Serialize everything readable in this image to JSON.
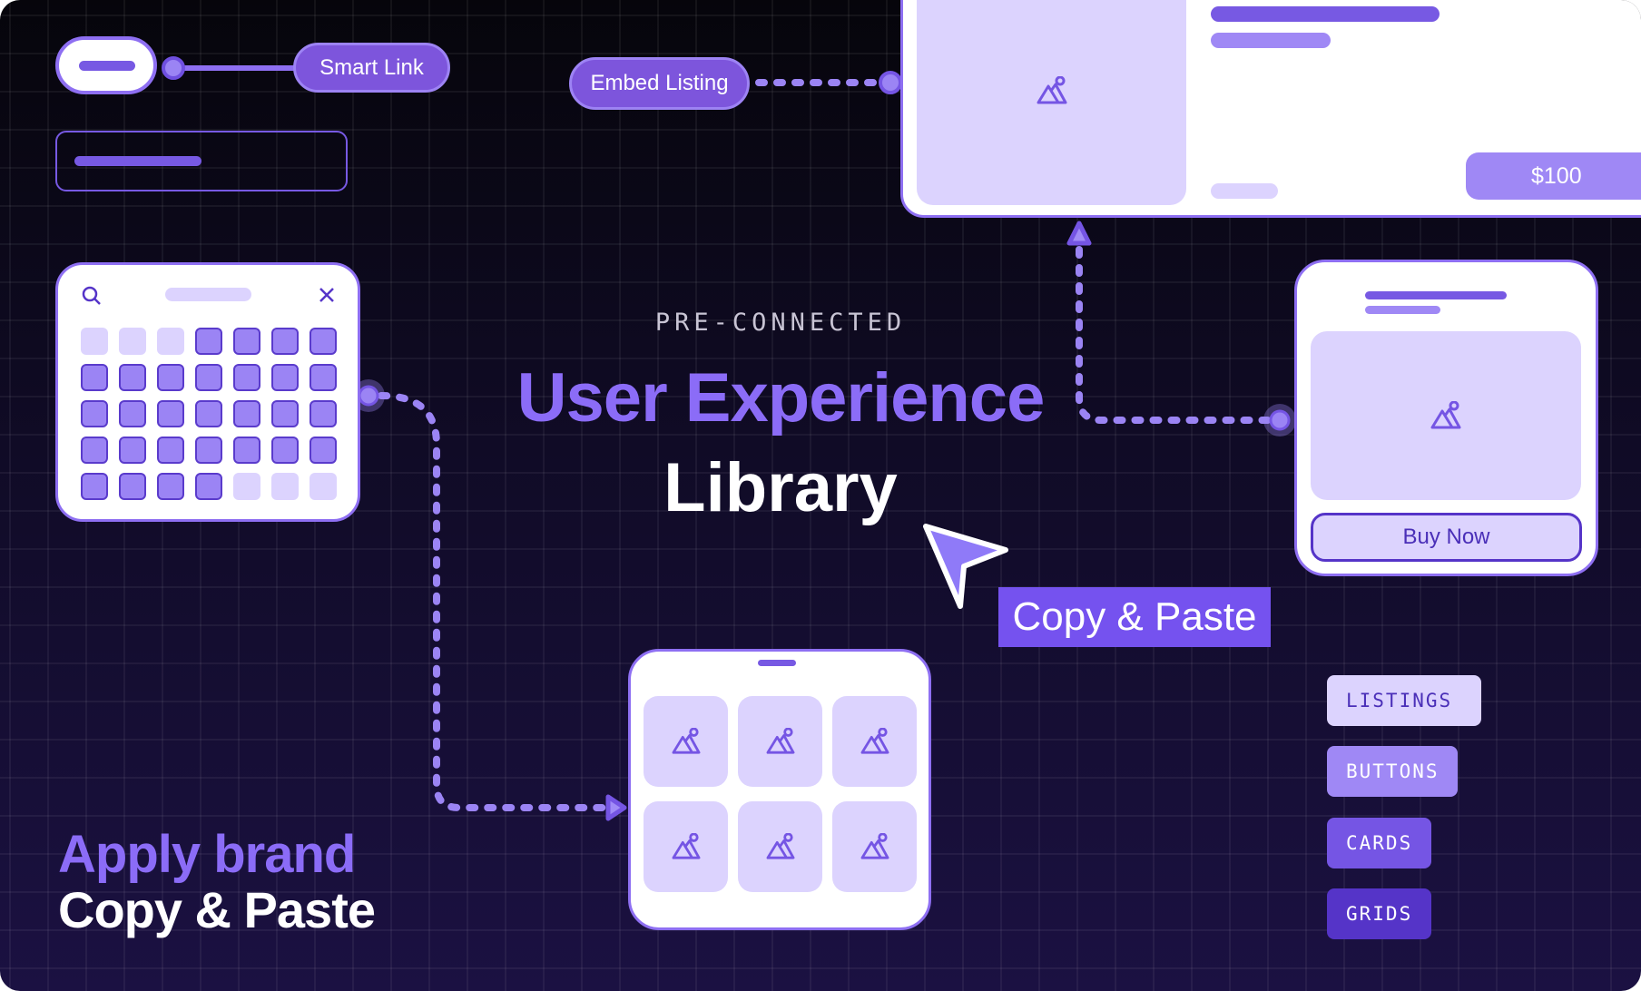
{
  "pills": {
    "smart_link": "Smart Link",
    "embed_listing": "Embed Listing"
  },
  "listing_card": {
    "price": "$100"
  },
  "product_card": {
    "buy_label": "Buy Now"
  },
  "hero": {
    "eyebrow": "PRE-CONNECTED",
    "title": "User Experience",
    "subtitle": "Library",
    "callout": "Copy & Paste"
  },
  "footer_text": {
    "line1": "Apply brand",
    "line2": "Copy & Paste"
  },
  "tags": [
    {
      "label": "LISTINGS"
    },
    {
      "label": "BUTTONS"
    },
    {
      "label": "CARDS"
    },
    {
      "label": "GRIDS"
    }
  ],
  "colors": {
    "accent": "#7d55dc",
    "light": "#dcd3fe",
    "mid": "#9f88f5",
    "dark": "#5534c8",
    "title": "#8b6cf7"
  }
}
